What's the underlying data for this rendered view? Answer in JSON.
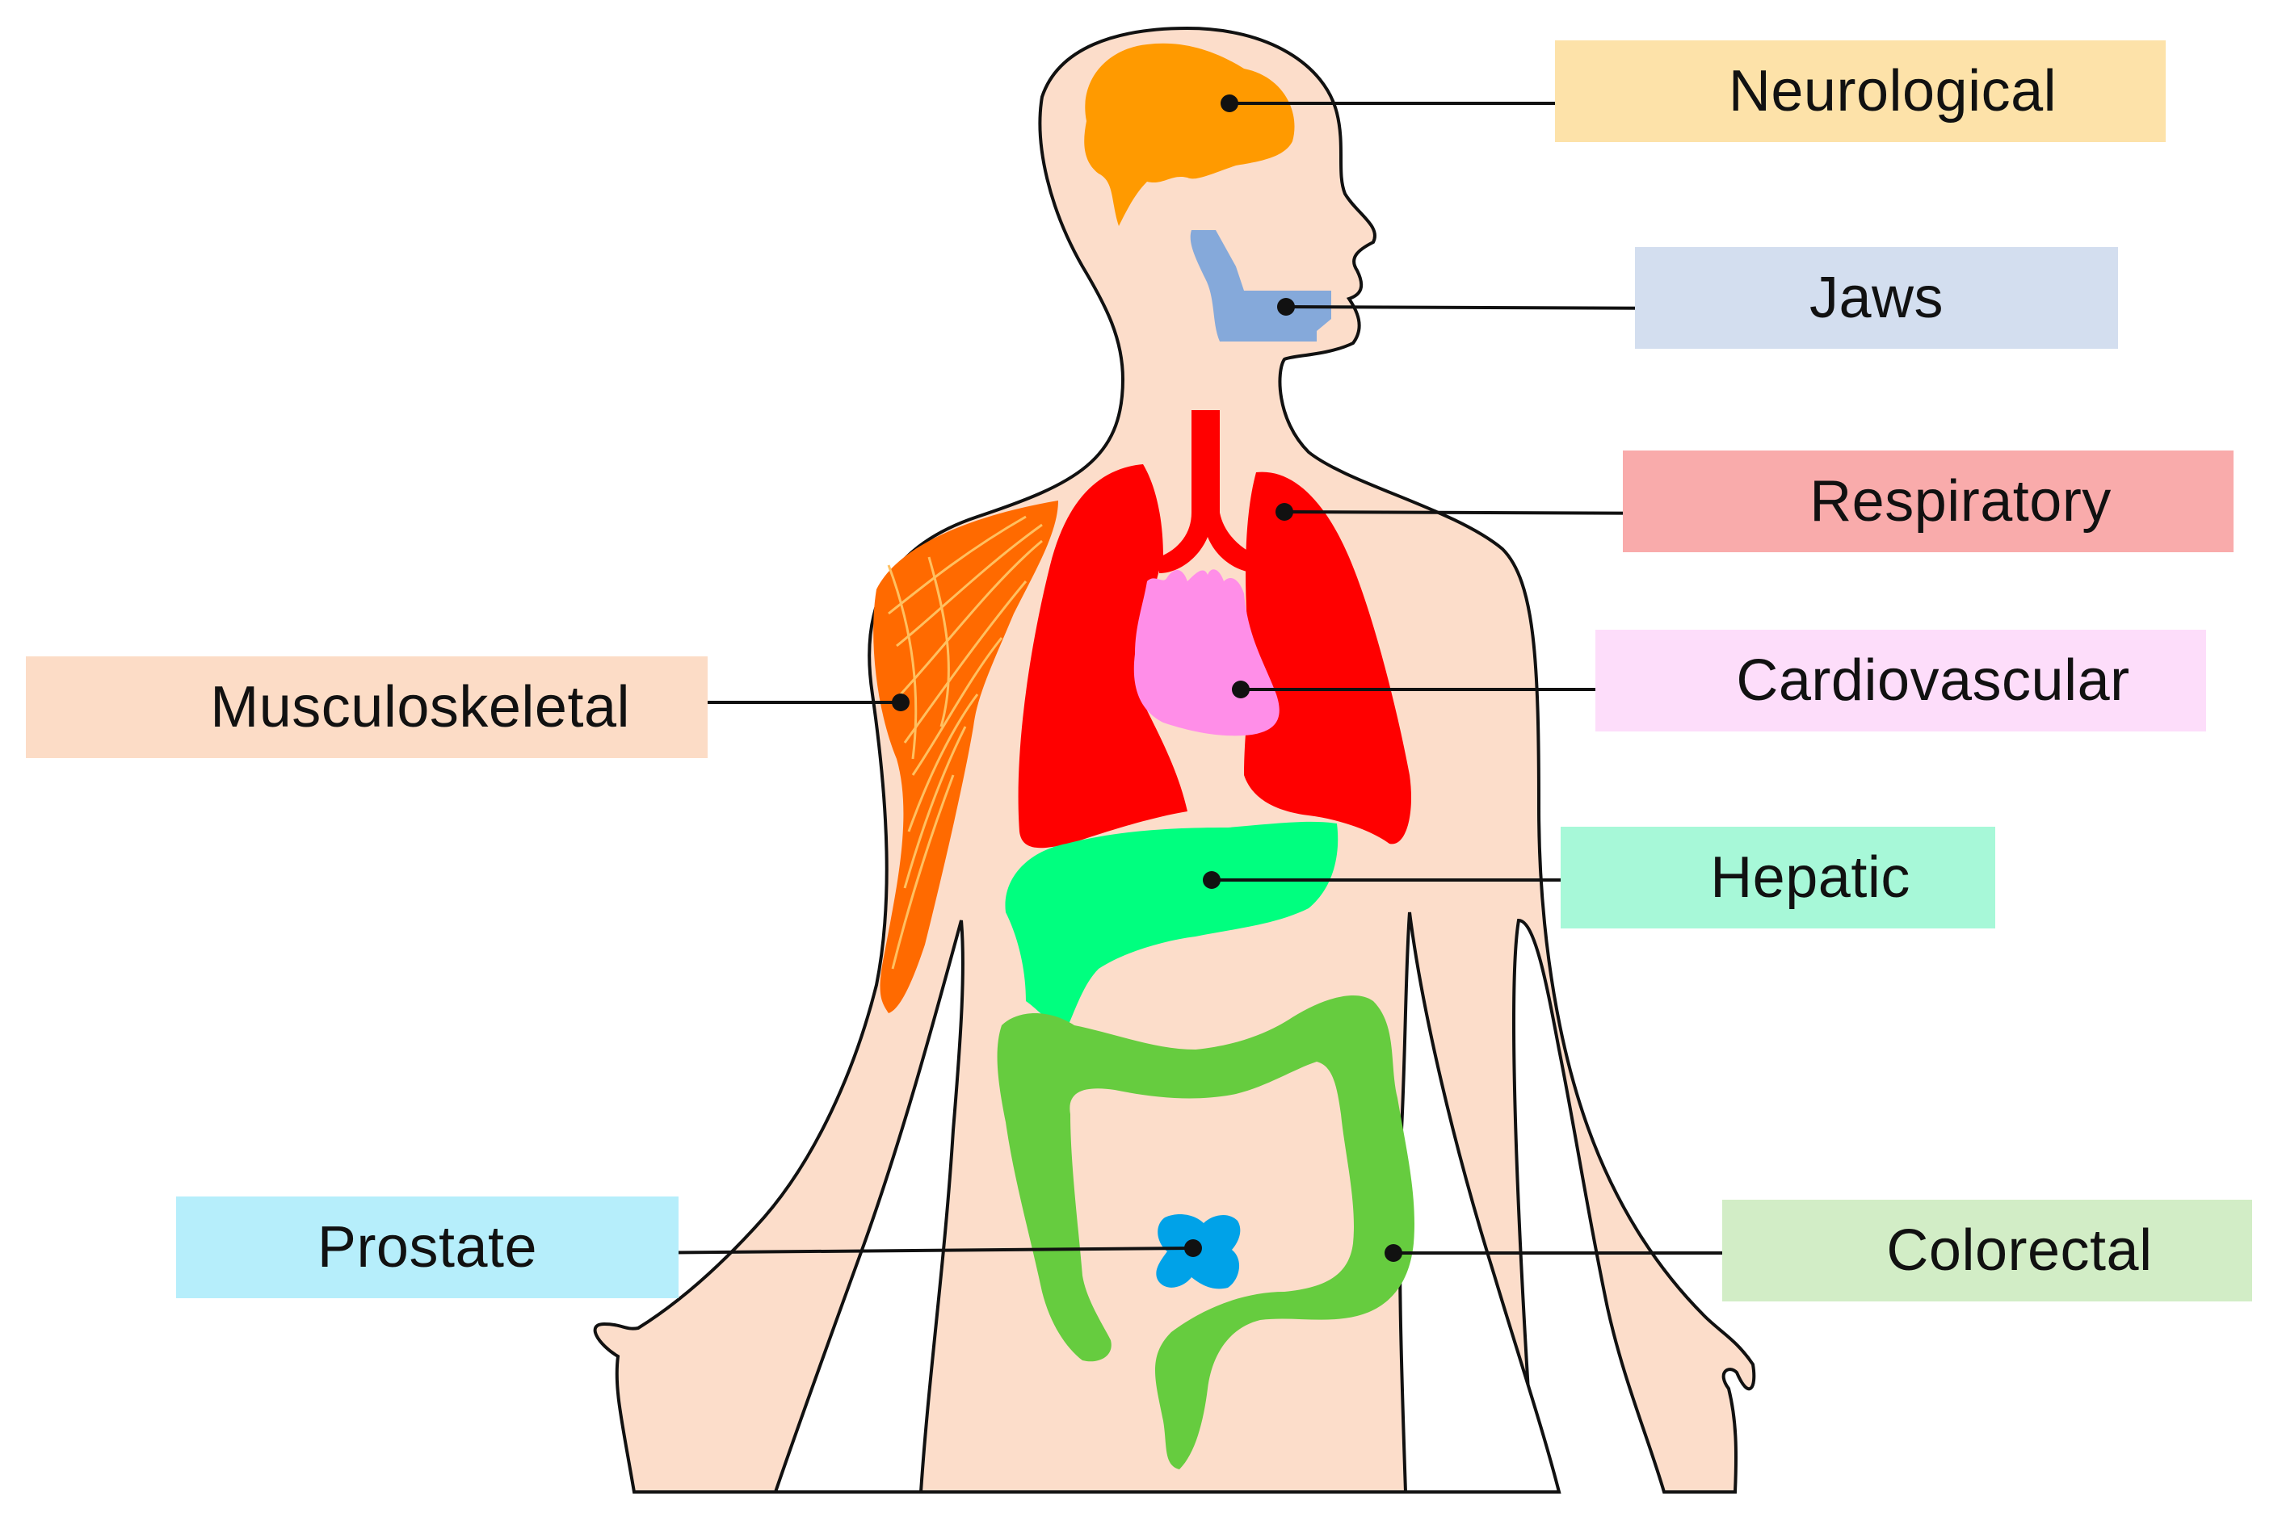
{
  "labels": {
    "neurological": {
      "text": "Neurological",
      "color": "#FDE2A9"
    },
    "jaws": {
      "text": "Jaws",
      "color": "#D3DEEF"
    },
    "respiratory": {
      "text": "Respiratory",
      "color": "#F9ABAB"
    },
    "cardiovascular": {
      "text": "Cardiovascular",
      "color": "#FDDDFA"
    },
    "hepatic": {
      "text": "Hepatic",
      "color": "#A7F8D8"
    },
    "colorectal": {
      "text": "Colorectal",
      "color": "#D2EDC6"
    },
    "musculoskeletal": {
      "text": "Musculoskeletal",
      "color": "#FCDCC6"
    },
    "prostate": {
      "text": "Prostate",
      "color": "#B6EEFB"
    }
  },
  "colors": {
    "body": "#FCDDCA",
    "outline": "#111111",
    "brain": "#FF9A00",
    "jaw": "#85A9DA",
    "lungs": "#FF0000",
    "heart": "#FF8EE8",
    "liver": "#00FF7F",
    "colon": "#66CC3F",
    "prostate": "#00A2E8",
    "muscle": "#FF6A00",
    "muscle_fibers": "#FFC060"
  }
}
